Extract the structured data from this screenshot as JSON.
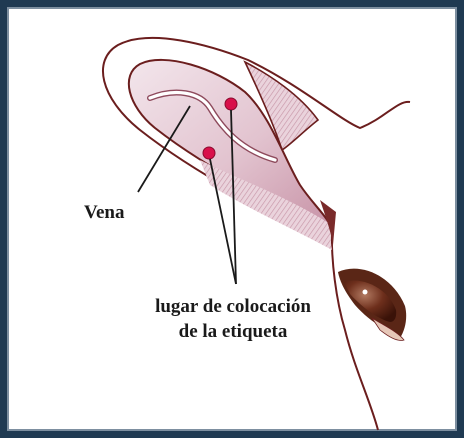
{
  "labels": {
    "vein": "Vena",
    "tag_site_line1": "lugar de colocación",
    "tag_site_line2": "de la etiqueta"
  },
  "colors": {
    "frame": "#1f3a52",
    "outline": "#6b1e1e",
    "ear_fill": "#e8d4dc",
    "ear_fill_dark": "#c79aaa",
    "marker": "#d8104a",
    "eye": "#5a2616"
  }
}
